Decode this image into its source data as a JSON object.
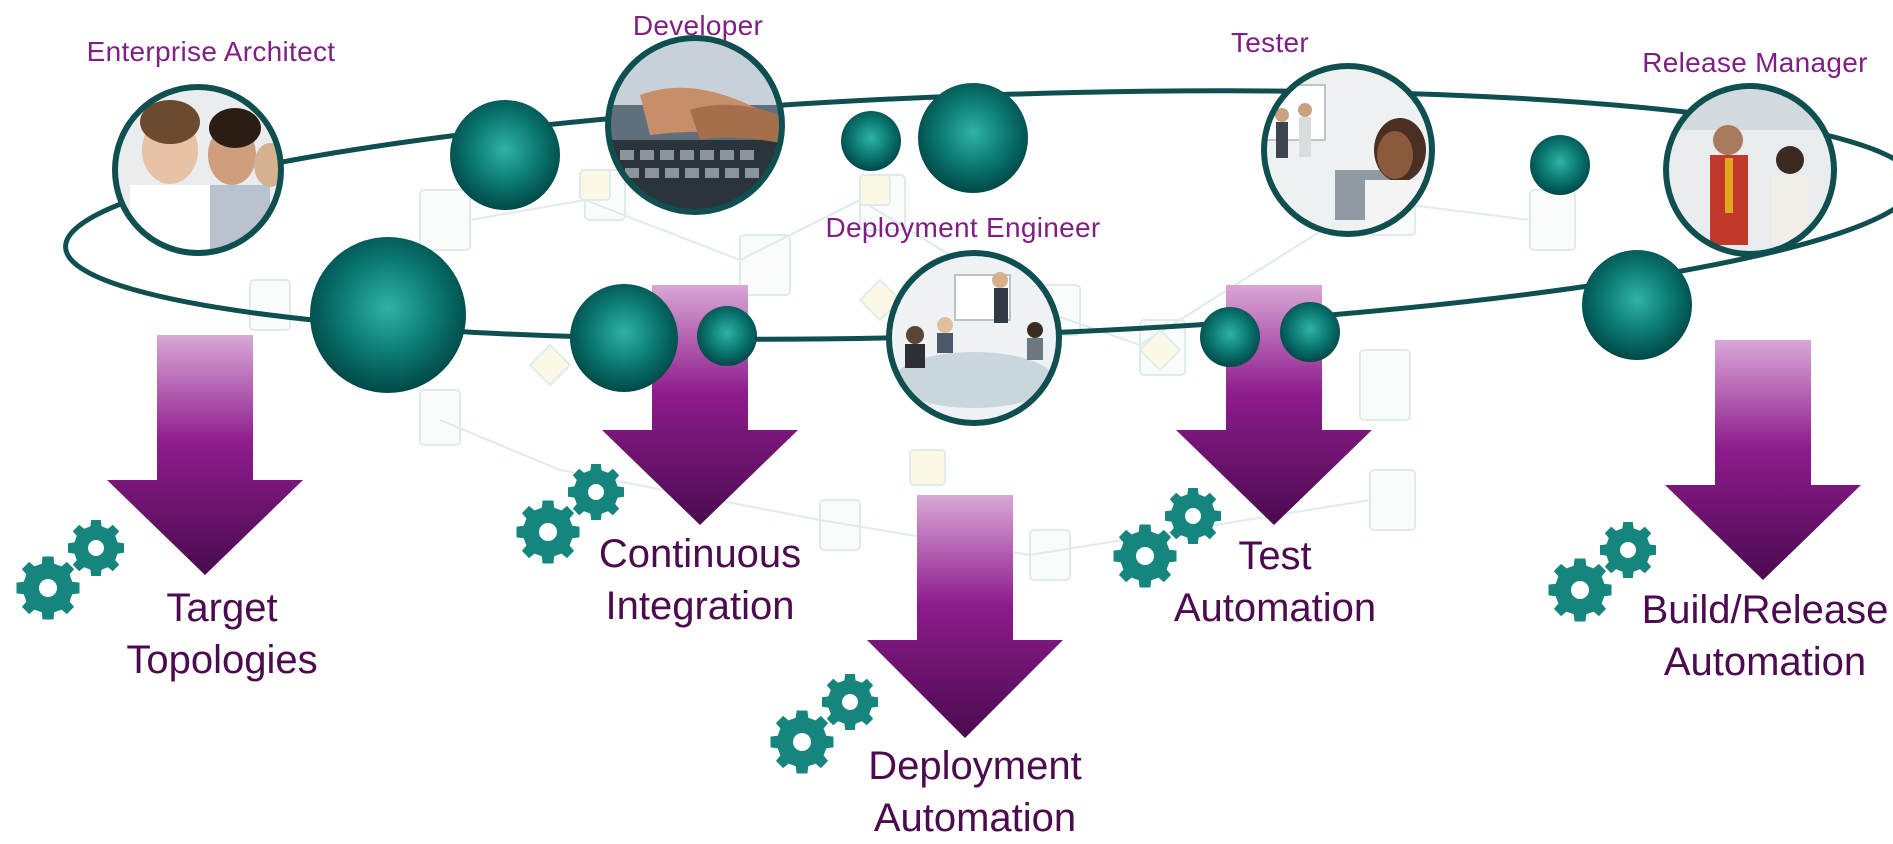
{
  "colors": {
    "role_text": "#7f1f84",
    "automation_text": "#4c0a4f",
    "orbit_line": "#0f4f4f",
    "node_light": "#2fb3a6",
    "node_dark": "#004848",
    "arrow_top": "#d9a7d6",
    "arrow_mid": "#8e1c8d",
    "arrow_bottom": "#4a0a4f",
    "gear": "#15857e"
  },
  "roles": [
    {
      "id": "enterprise-architect",
      "label": "Enterprise Architect",
      "photo": "call-center-headset-team"
    },
    {
      "id": "developer",
      "label": "Developer",
      "photo": "hands-typing-keyboard"
    },
    {
      "id": "deployment-engineer",
      "label": "Deployment Engineer",
      "photo": "meeting-room-presentation"
    },
    {
      "id": "tester",
      "label": "Tester",
      "photo": "woman-on-phone-office"
    },
    {
      "id": "release-manager",
      "label": "Release Manager",
      "photo": "two-people-standing-office"
    }
  ],
  "automations": [
    {
      "id": "target-topologies",
      "line1": "Target",
      "line2": "Topologies"
    },
    {
      "id": "continuous-integration",
      "line1": "Continuous",
      "line2": "Integration"
    },
    {
      "id": "deployment-automation",
      "line1": "Deployment",
      "line2": "Automation"
    },
    {
      "id": "test-automation",
      "line1": "Test",
      "line2": "Automation"
    },
    {
      "id": "build-release-automation",
      "line1": "Build/Release",
      "line2": "Automation"
    }
  ],
  "icons": {
    "gear": "gear-icon",
    "orbit_node": "teal-sphere",
    "arrow": "down-arrow"
  }
}
